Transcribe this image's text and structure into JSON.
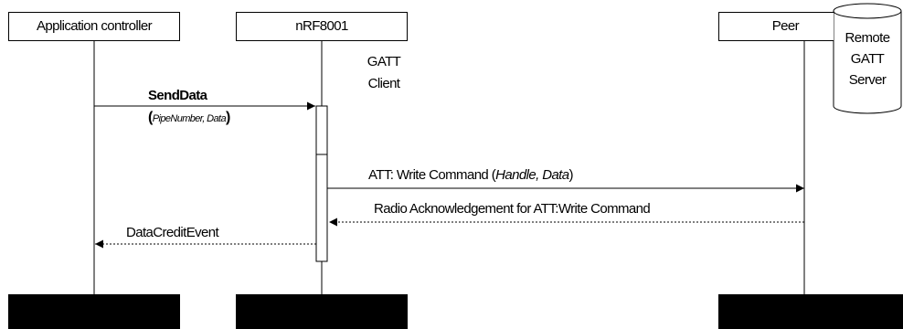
{
  "participants": {
    "app": {
      "label": "Application controller"
    },
    "nrf": {
      "label": "nRF8001"
    },
    "peer": {
      "label": "Peer"
    }
  },
  "annotations": {
    "gatt_client": [
      "GATT",
      "Client"
    ],
    "remote_server": [
      "Remote",
      "GATT",
      "Server"
    ]
  },
  "messages": {
    "send_data": {
      "name": "SendData",
      "open_paren": "(",
      "params": "PipeNumber, Data",
      "close_paren": ")"
    },
    "att_write": {
      "prefix": "ATT: Write Command (",
      "params": "Handle, Data",
      "suffix": ")"
    },
    "radio_ack": {
      "label": "Radio Acknowledgement for ATT:Write Command"
    },
    "credit_event": {
      "label": "DataCreditEvent"
    }
  },
  "colors": {
    "line": "#000000",
    "background": "#ffffff",
    "footer": "#000000"
  }
}
